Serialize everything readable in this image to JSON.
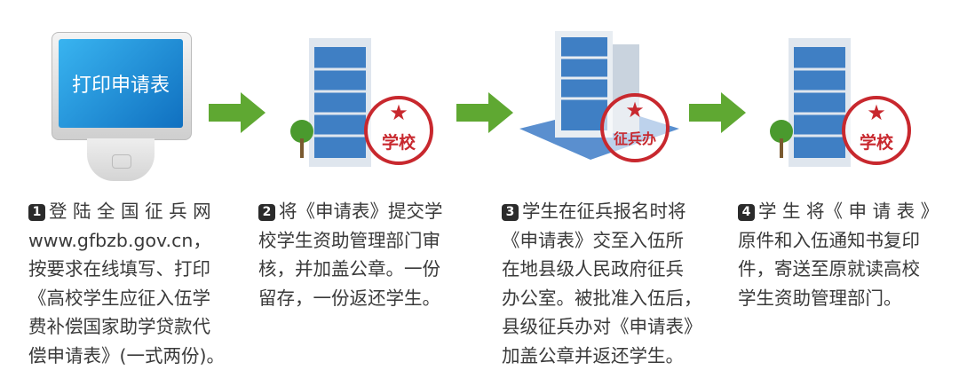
{
  "monitor": {
    "screen_text": "打印申请表"
  },
  "stamps": {
    "school": "学校",
    "recruit_office": "征兵办"
  },
  "colors": {
    "arrow": "#5fa832",
    "stamp": "#c8282e",
    "screen": "#1b8fd6"
  },
  "steps": [
    {
      "num": "1",
      "lines": [
        "登 陆 全 国 征 兵 网",
        "www.gfbzb.gov.cn，",
        "按要求在线填写、打印",
        "《高校学生应征入伍学",
        "费补偿国家助学贷款代",
        "偿申请表》(一式两份)。"
      ]
    },
    {
      "num": "2",
      "lines": [
        "将《申请表》提交学",
        "校学生资助管理部门审",
        "核，并加盖公章。一份",
        "留存，一份返还学生。"
      ]
    },
    {
      "num": "3",
      "lines": [
        "学生在征兵报名时将",
        "《申请表》交至入伍所",
        "在地县级人民政府征兵",
        "办公室。被批准入伍后，",
        "县级征兵办对《申请表》",
        "加盖公章并返还学生。"
      ]
    },
    {
      "num": "4",
      "lines": [
        "学 生 将《 申 请 表 》",
        "原件和入伍通知书复印",
        "件，寄送至原就读高校",
        "学生资助管理部门。"
      ]
    }
  ]
}
